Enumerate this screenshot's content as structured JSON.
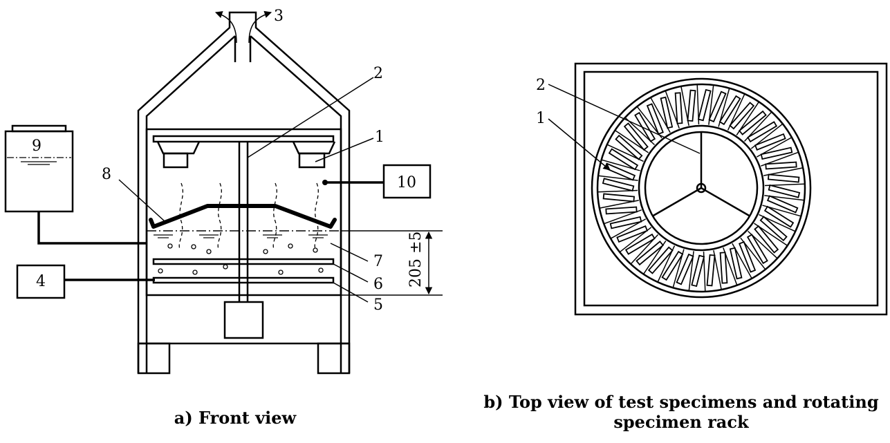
{
  "labels": {
    "front": {
      "n1": "1",
      "n2": "2",
      "n3": "3",
      "n4": "4",
      "n5": "5",
      "n6": "6",
      "n7": "7",
      "n8": "8",
      "n9": "9",
      "n10": "10",
      "dimension": "205 ±5"
    },
    "top": {
      "n1": "1",
      "n2": "2"
    }
  },
  "captions": {
    "front": "a) Front view",
    "top_line1": "b) Top view of test specimens and rotating",
    "top_line2": "specimen rack"
  },
  "rack": {
    "slot_count": 40,
    "spoke_count": 3
  }
}
